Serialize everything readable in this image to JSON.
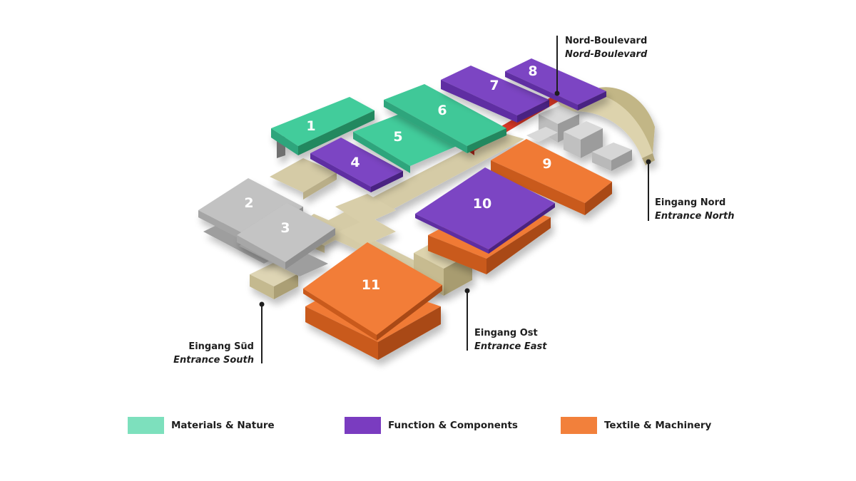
{
  "colors": {
    "materials": "#3fc99a",
    "function": "#7a44c2",
    "textile": "#ee7733",
    "walkway": "#d5cba6",
    "grey_hall": "#b2b2b2",
    "boulevard": "#e03a28"
  },
  "halls": [
    {
      "number": "1",
      "category": "materials"
    },
    {
      "number": "2",
      "category": "none"
    },
    {
      "number": "3",
      "category": "none"
    },
    {
      "number": "4",
      "category": "function"
    },
    {
      "number": "5",
      "category": "materials"
    },
    {
      "number": "6",
      "category": "materials"
    },
    {
      "number": "7",
      "category": "function"
    },
    {
      "number": "8",
      "category": "function"
    },
    {
      "number": "9",
      "category": "textile"
    },
    {
      "number": "10",
      "category": "function"
    },
    {
      "number": "11",
      "category": "textile"
    }
  ],
  "labels": {
    "boulevard": {
      "de": "Nord-Boulevard",
      "en": "Nord-Boulevard"
    },
    "north": {
      "de": "Eingang Nord",
      "en": "Entrance North"
    },
    "east": {
      "de": "Eingang Ost",
      "en": "Entrance East"
    },
    "south": {
      "de": "Eingang Süd",
      "en": "Entrance South"
    }
  },
  "legend": [
    {
      "label": "Materials & Nature",
      "color": "#7de0bd"
    },
    {
      "label": "Function & Components",
      "color": "#7a3cc0"
    },
    {
      "label": "Textile & Machinery",
      "color": "#f2803b"
    }
  ]
}
